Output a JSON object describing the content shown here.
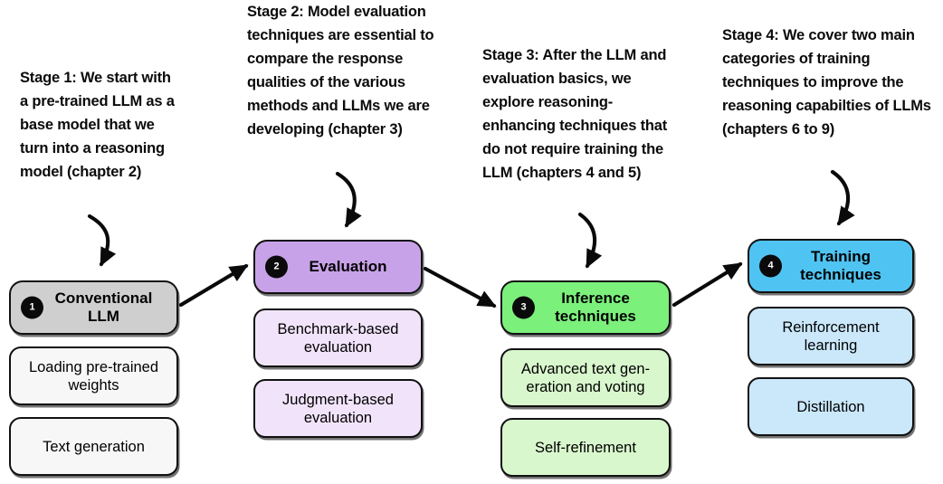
{
  "diagram": {
    "title": "Four-stage LLM reasoning book roadmap",
    "captions": [
      {
        "name": "stage-1-caption",
        "text": "Stage 1: We start with\na pre-trained LLM as a\nbase model that we\nturn into a reasoning\nmodel (chapter 2)"
      },
      {
        "name": "stage-2-caption",
        "text": "Stage 2: Model evaluation\ntechniques are essential to\ncompare the response\nqualities of the various\nmethods and LLMs we are\ndeveloping (chapter 3)"
      },
      {
        "name": "stage-3-caption",
        "text": "Stage 3: After the LLM and\nevaluation basics, we\nexplore reasoning-\nenhancing techniques that\ndo not require training the\nLLM (chapters 4 and 5)"
      },
      {
        "name": "stage-4-caption",
        "text": "Stage 4: We cover two main\ncategories of training\ntechniques to improve the\nreasoning capabilties of LLMs\n(chapters 6 to 9)"
      }
    ],
    "columns": [
      {
        "name": "conventional-llm",
        "number": "1",
        "header": "Conventional\nLLM",
        "header_color": "#cfcfcf",
        "sub_color": "#f7f7f7",
        "items": [
          "Loading pre-trained\nweights",
          "Text generation"
        ]
      },
      {
        "name": "evaluation",
        "number": "2",
        "header": "Evaluation",
        "header_color": "#c8a2e8",
        "sub_color": "#f1e4fa",
        "items": [
          "Benchmark-based\nevaluation",
          "Judgment-based\nevaluation"
        ]
      },
      {
        "name": "inference-techniques",
        "number": "3",
        "header": "Inference\ntechniques",
        "header_color": "#7bf07b",
        "sub_color": "#d9f7cd",
        "items": [
          "Advanced text gen-\neration and voting",
          "Self-refinement"
        ]
      },
      {
        "name": "training-techniques",
        "number": "4",
        "header": "Training\ntechniques",
        "header_color": "#4fc4f2",
        "sub_color": "#cbe8fb",
        "items": [
          "Reinforcement\nlearning",
          "Distillation"
        ]
      }
    ],
    "arrow_color": "#0a0a0a"
  }
}
